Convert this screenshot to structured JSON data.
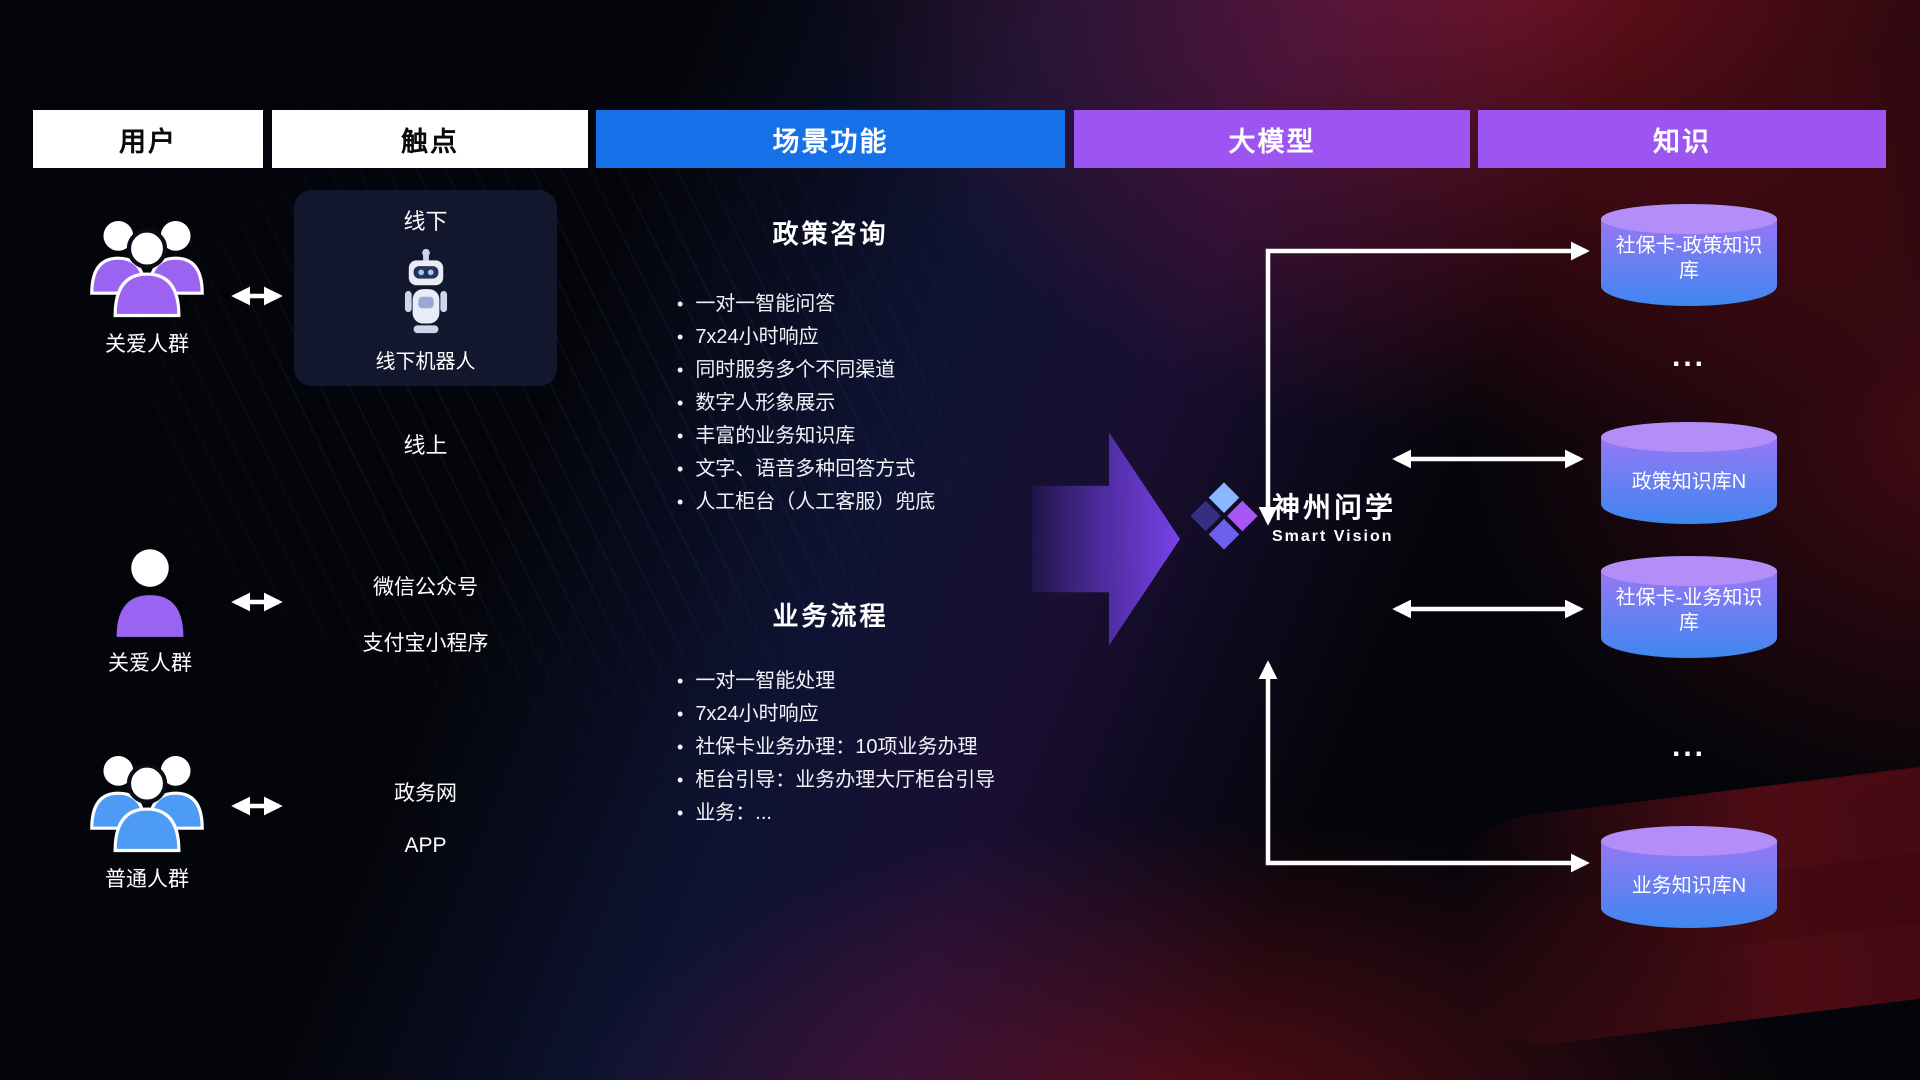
{
  "header": {
    "columns": [
      {
        "label": "用户",
        "style": "white"
      },
      {
        "label": "触点",
        "style": "white"
      },
      {
        "label": "场景功能",
        "style": "blue"
      },
      {
        "label": "大模型",
        "style": "purple"
      },
      {
        "label": "知识",
        "style": "purple"
      }
    ]
  },
  "users": [
    {
      "label": "关爱人群",
      "icon": "group-purple-icon"
    },
    {
      "label": "关爱人群",
      "icon": "person-purple-icon"
    },
    {
      "label": "普通人群",
      "icon": "group-blue-icon"
    }
  ],
  "touchpoints": {
    "offline_title": "线下",
    "offline_robot_label": "线下机器人",
    "online_title": "线上",
    "wechat": "微信公众号",
    "alipay": "支付宝小程序",
    "gov_web": "政务网",
    "app": "APP"
  },
  "scene_functions": {
    "sections": [
      {
        "title": "政策咨询",
        "items": [
          "一对一智能问答",
          "7x24小时响应",
          "同时服务多个不同渠道",
          "数字人形象展示",
          "丰富的业务知识库",
          "文字、语音多种回答方式",
          "人工柜台（人工客服）兜底"
        ]
      },
      {
        "title": "业务流程",
        "items": [
          "一对一智能处理",
          "7x24小时响应",
          "社保卡业务办理：10项业务办理",
          "柜台引导：业务办理大厅柜台引导",
          "业务：..."
        ]
      }
    ]
  },
  "model": {
    "name": "神州问学",
    "subtitle": "Smart Vision"
  },
  "knowledge": {
    "databases": [
      {
        "label": "社保卡-政策知识库"
      },
      {
        "label": "政策知识库N"
      },
      {
        "label": "社保卡-业务知识库"
      },
      {
        "label": "业务知识库N"
      }
    ],
    "ellipsis": "..."
  },
  "colors": {
    "header_blue": "#1670e8",
    "header_purple": "#9c55f0",
    "person_purple": "#9a63f2",
    "person_blue": "#4d9bf5",
    "cyl_top": "#b48ef8",
    "cyl_body_top": "#9678f5",
    "cyl_body_bottom": "#3f86f0"
  }
}
